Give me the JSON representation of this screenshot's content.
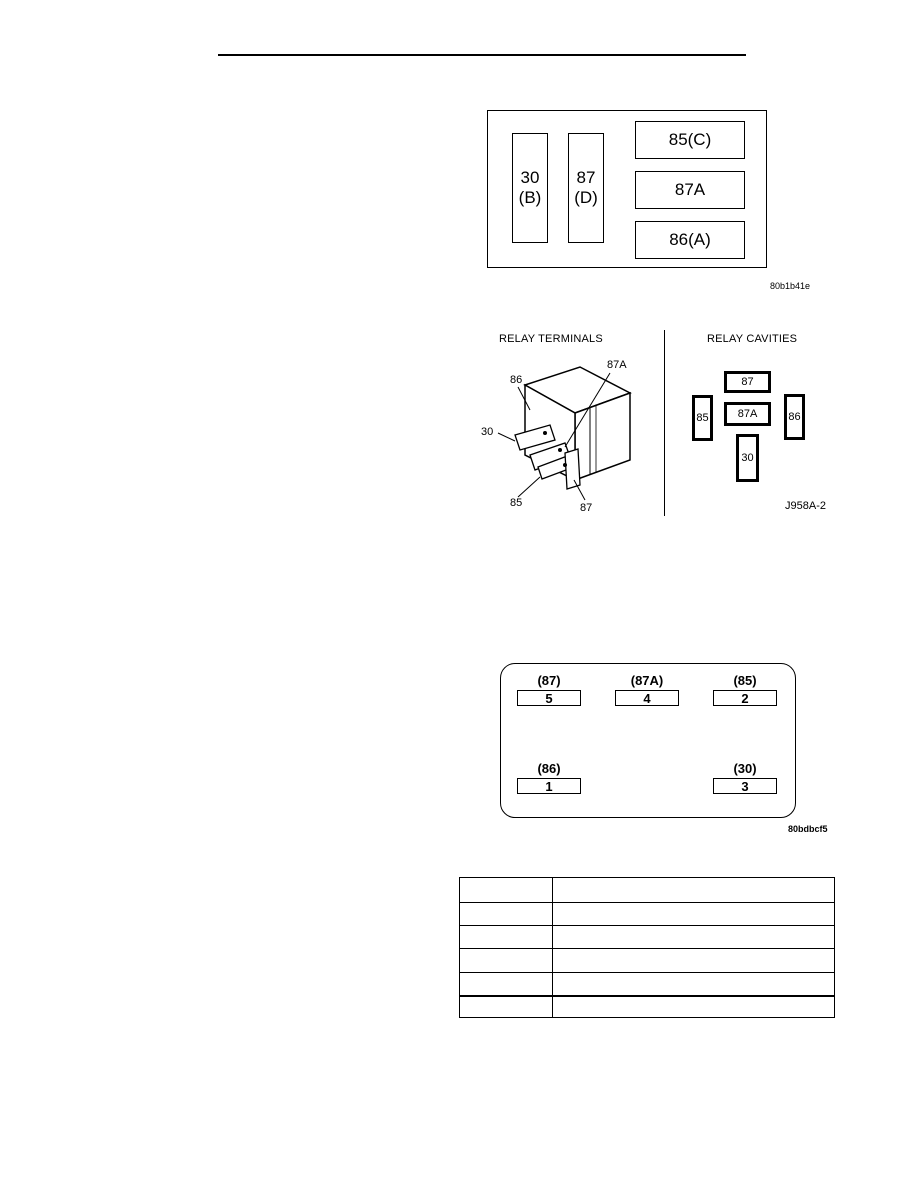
{
  "figure1": {
    "terminal_30": "30",
    "terminal_30_sub": "(B)",
    "terminal_87": "87",
    "terminal_87_sub": "(D)",
    "terminal_85": "85(C)",
    "terminal_87a": "87A",
    "terminal_86": "86(A)",
    "figure_id": "80b1b41e"
  },
  "figure2": {
    "left_title": "RELAY TERMINALS",
    "right_title": "RELAY CAVITIES",
    "terminal_labels": {
      "t86": "86",
      "t87a": "87A",
      "t30": "30",
      "t85": "85",
      "t87": "87"
    },
    "cavities": {
      "c87": "87",
      "c87a": "87A",
      "c85": "85",
      "c86": "86",
      "c30": "30"
    },
    "figure_id": "J958A-2"
  },
  "figure3": {
    "pins": [
      {
        "label": "(87)",
        "number": "5"
      },
      {
        "label": "(87A)",
        "number": "4"
      },
      {
        "label": "(85)",
        "number": "2"
      },
      {
        "label": "(86)",
        "number": "1"
      },
      {
        "label": "(30)",
        "number": "3"
      }
    ],
    "figure_id": "80bdbcf5"
  }
}
